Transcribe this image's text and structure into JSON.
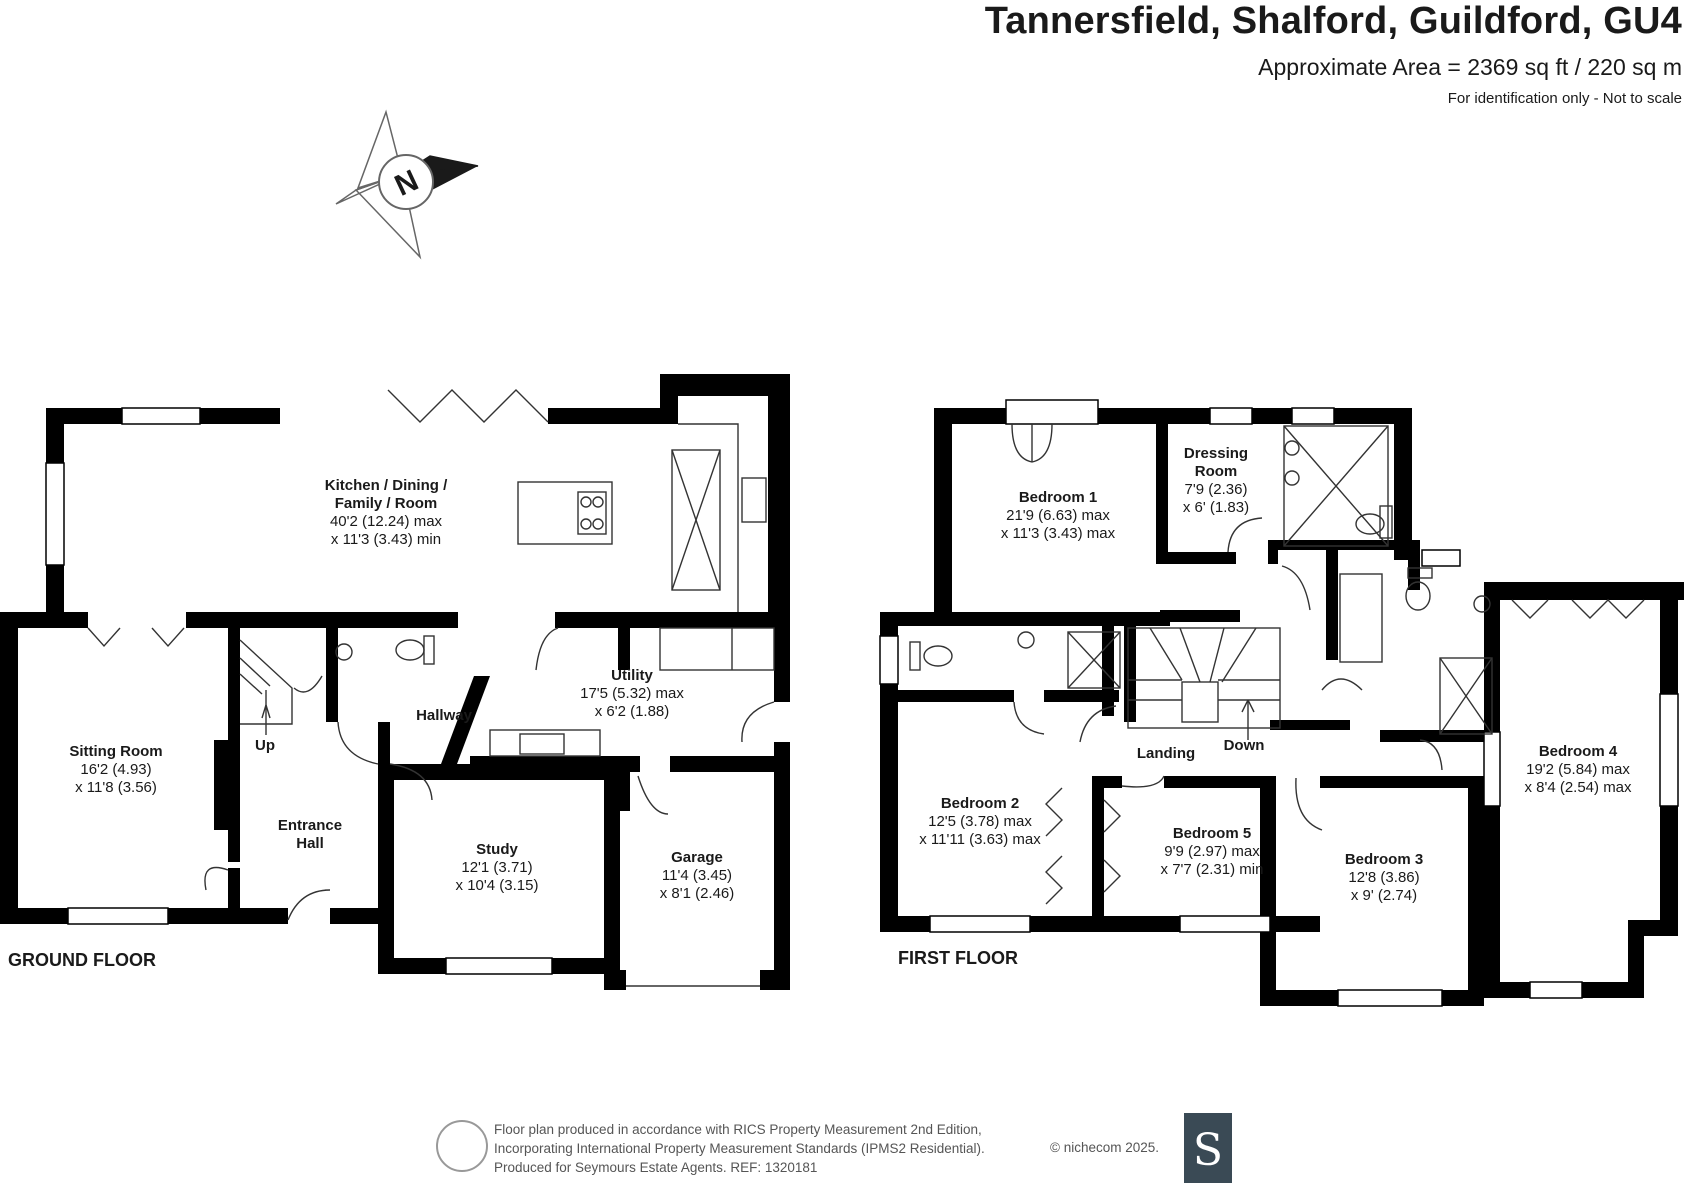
{
  "header": {
    "title": "Tannersfield, Shalford, Guildford, GU4",
    "area": "Approximate Area = 2369 sq ft / 220 sq m",
    "note": "For identification only - Not to scale"
  },
  "compass": {
    "letter": "N"
  },
  "ground_floor": {
    "label": "GROUND FLOOR",
    "rooms": {
      "kitchen": {
        "name1": "Kitchen / Dining /",
        "name2": "Family / Room",
        "dim1": "40'2 (12.24) max",
        "dim2": "x 11'3 (3.43) min"
      },
      "sitting": {
        "name": "Sitting Room",
        "dim1": "16'2 (4.93)",
        "dim2": "x 11'8 (3.56)"
      },
      "entrance": {
        "name1": "Entrance",
        "name2": "Hall"
      },
      "hallway": {
        "name": "Hallway"
      },
      "utility": {
        "name": "Utility",
        "dim1": "17'5 (5.32) max",
        "dim2": "x 6'2 (1.88)"
      },
      "study": {
        "name": "Study",
        "dim1": "12'1 (3.71)",
        "dim2": "x 10'4 (3.15)"
      },
      "garage": {
        "name": "Garage",
        "dim1": "11'4 (3.45)",
        "dim2": "x 8'1 (2.46)"
      },
      "up": "Up"
    }
  },
  "first_floor": {
    "label": "FIRST FLOOR",
    "rooms": {
      "bed1": {
        "name": "Bedroom 1",
        "dim1": "21'9 (6.63) max",
        "dim2": "x 11'3 (3.43) max"
      },
      "dressing": {
        "name1": "Dressing",
        "name2": "Room",
        "dim1": "7'9 (2.36)",
        "dim2": "x 6' (1.83)"
      },
      "bed2": {
        "name": "Bedroom 2",
        "dim1": "12'5 (3.78) max",
        "dim2": "x 11'11 (3.63) max"
      },
      "bed3": {
        "name": "Bedroom 3",
        "dim1": "12'8 (3.86)",
        "dim2": "x 9' (2.74)"
      },
      "bed4": {
        "name": "Bedroom 4",
        "dim1": "19'2 (5.84) max",
        "dim2": "x 8'4 (2.54) max"
      },
      "bed5": {
        "name": "Bedroom 5",
        "dim1": "9'9 (2.97) max",
        "dim2": "x 7'7 (2.31) min"
      },
      "landing": {
        "name": "Landing"
      },
      "down": "Down"
    }
  },
  "footer": {
    "line1": "Floor plan produced in accordance with RICS Property Measurement 2nd Edition,",
    "line2": "Incorporating International Property Measurement Standards (IPMS2 Residential).",
    "line3": "Produced for Seymours Estate Agents.   REF: 1320181",
    "copyright": "© nichecom 2025.",
    "badge": "S"
  }
}
